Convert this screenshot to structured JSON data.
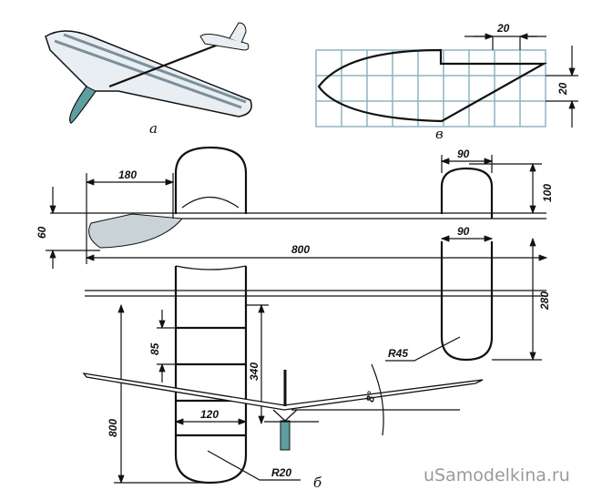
{
  "views": {
    "a": "а",
    "v": "в",
    "b": "б"
  },
  "dimensions": {
    "grid_h": "20",
    "grid_v": "20",
    "nose_len": "180",
    "nose_h": "60",
    "fuselage_len": "800",
    "stab_side_w": "90",
    "stab_side_h": "100",
    "stab_plan_w": "90",
    "stab_plan_h": "280",
    "stab_radius": "R45",
    "rib_spacing": "85",
    "wing_half": "340",
    "wingspan": "800",
    "wing_chord": "120",
    "wing_radius": "R20",
    "dihedral": "8°"
  },
  "watermark": "uSamodelkina.ru",
  "colors": {
    "grid": "#8fb3bf",
    "fill": "#5f9ea0"
  }
}
